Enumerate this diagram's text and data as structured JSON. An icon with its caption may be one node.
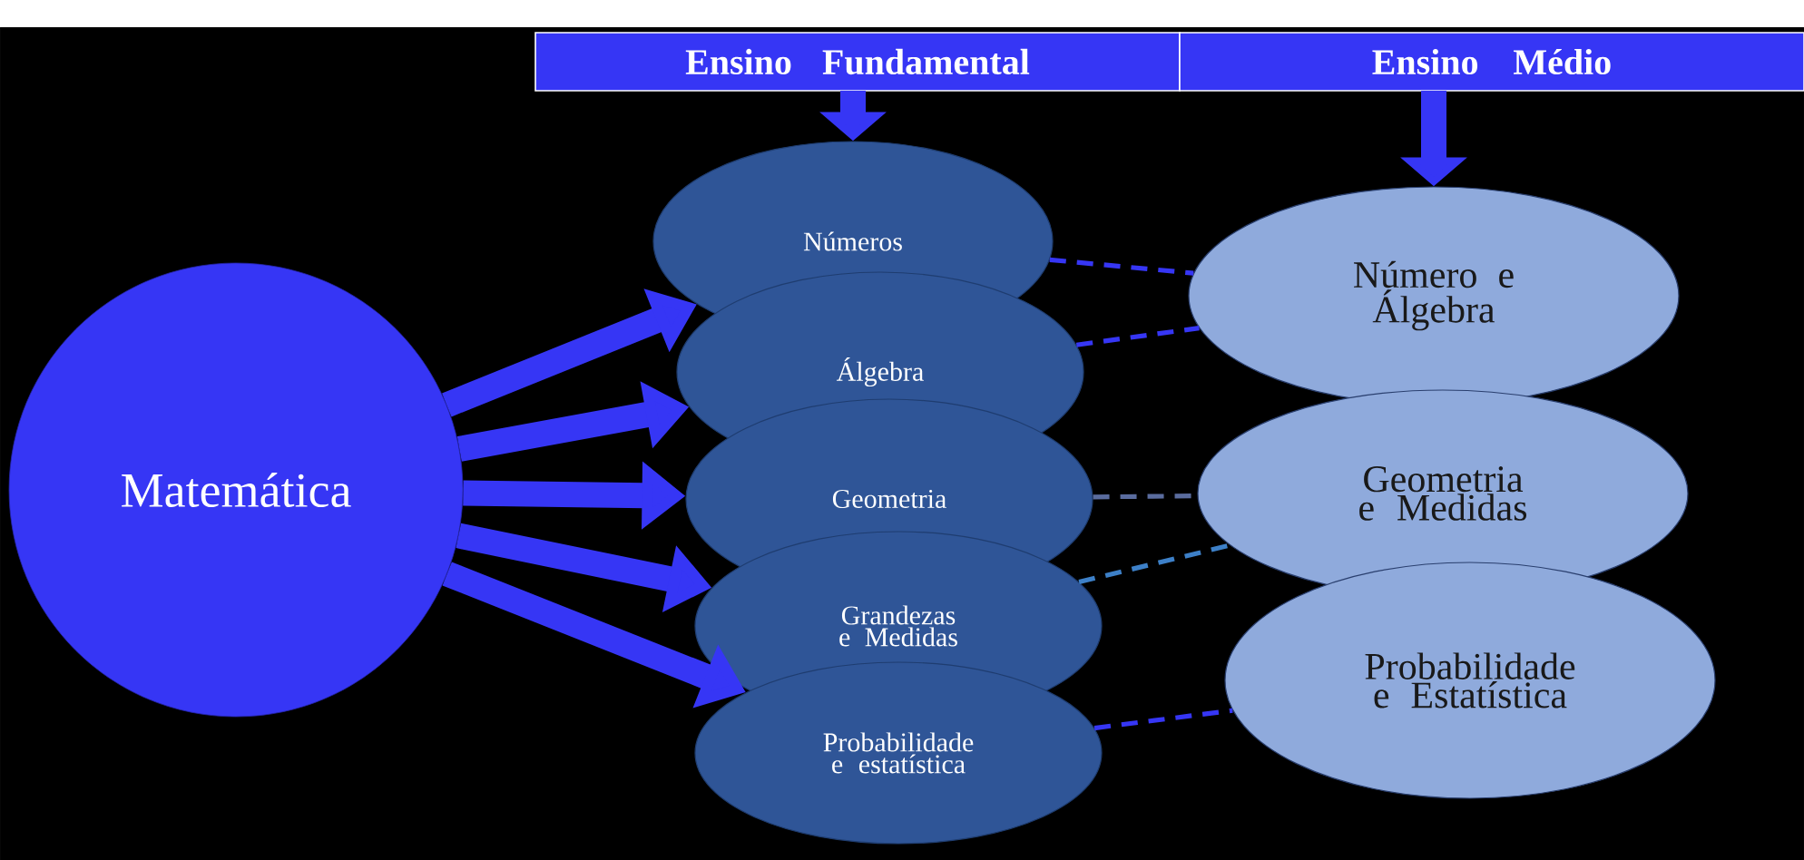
{
  "diagram": {
    "nodes": [
      {
        "text": [
          "Ensino Fundamental"
        ]
      },
      {
        "text": [
          "Ensino Médio"
        ]
      },
      {
        "text": [
          "Matemática"
        ]
      },
      {
        "text": [
          "Números"
        ]
      },
      {
        "text": [
          "Álgebra"
        ]
      },
      {
        "text": [
          "Geometria"
        ]
      },
      {
        "text": [
          "Grandezas e Medidas"
        ]
      },
      {
        "text": [
          "Probabilidade e estatística"
        ]
      },
      {
        "text": [
          "Número e Álgebra"
        ]
      },
      {
        "text": [
          "Geometria e Medidas"
        ]
      },
      {
        "text": [
          "Probabilidade e Estatística"
        ]
      }
    ],
    "edges": [
      {
        "from": 0,
        "to": 3,
        "arrow": "to"
      },
      {
        "from": 1,
        "to": 8,
        "arrow": "to"
      },
      {
        "from": 2,
        "to": 3,
        "arrow": "to"
      },
      {
        "from": 2,
        "to": 4,
        "arrow": "to"
      },
      {
        "from": 2,
        "to": 5,
        "arrow": "to"
      },
      {
        "from": 2,
        "to": 6,
        "arrow": "to"
      },
      {
        "from": 2,
        "to": 7,
        "arrow": "to"
      },
      {
        "from": 3,
        "to": 8,
        "arrow": "none",
        "style": "dashed"
      },
      {
        "from": 4,
        "to": 8,
        "arrow": "none",
        "style": "dashed"
      },
      {
        "from": 5,
        "to": 9,
        "arrow": "none",
        "style": "dashed",
        "color": "#5a6c9e"
      },
      {
        "from": 6,
        "to": 9,
        "arrow": "none",
        "style": "dashed",
        "color": "#3d80c8"
      },
      {
        "from": 7,
        "to": 10,
        "arrow": "none",
        "style": "dashed"
      }
    ]
  }
}
